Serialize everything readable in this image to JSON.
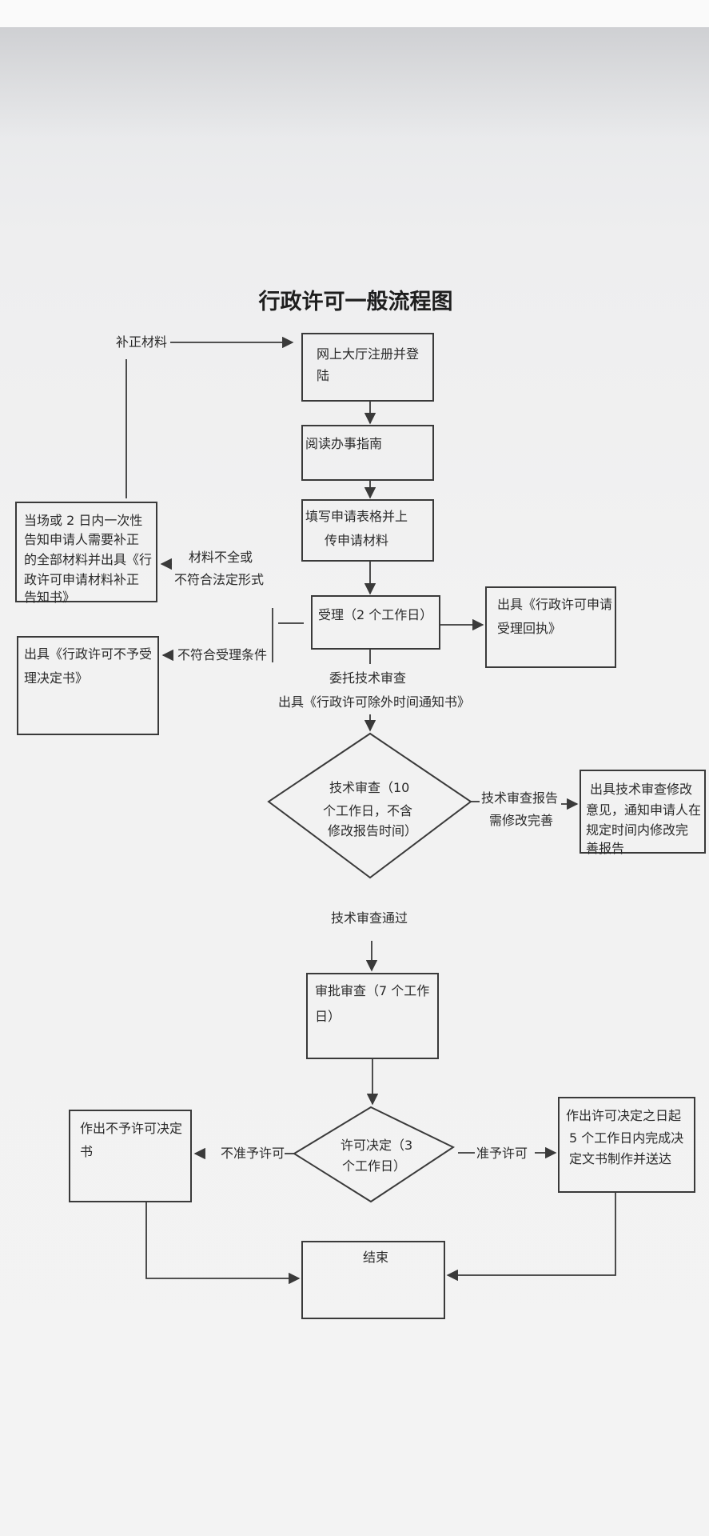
{
  "title": "行政许可一般流程图",
  "nodes": {
    "register": [
      "网上大厅注册并登",
      "陆"
    ],
    "guide": [
      "阅读办事指南"
    ],
    "fill_form": [
      "填写申请表格并上",
      "传申请材料"
    ],
    "accept": [
      "受理（2 个工作日）"
    ],
    "notice_correct": [
      "当场或 2 日内一次性",
      "告知申请人需要补正",
      "的全部材料并出具《行",
      "政许可申请材料补正",
      "告知书》"
    ],
    "not_accept": [
      "出具《行政许可不予受",
      "理决定书》"
    ],
    "receipt": [
      "出具《行政许可申请",
      "受理回执》"
    ],
    "tech_review": [
      "技术审查（10",
      "个工作日，不含",
      "修改报告时间）"
    ],
    "revise": [
      "出具技术审查修改",
      "意见，通知申请人在",
      "规定时间内修改完",
      "善报告"
    ],
    "approval": [
      "审批审查（7 个工作",
      "日）"
    ],
    "decision": [
      "许可决定（3",
      "个工作日）"
    ],
    "deny_doc": [
      "作出不予许可决定",
      "书"
    ],
    "grant_doc": [
      "作出许可决定之日起",
      "5 个工作日内完成决",
      "定文书制作并送达"
    ],
    "end": [
      "结束"
    ]
  },
  "edges": {
    "supplement": "补正材料",
    "incomplete": [
      "材料不全或",
      "不符合法定形式"
    ],
    "not_qualified": "不符合受理条件",
    "commission": [
      "委托技术审查",
      "出具《行政许可除外时间通知书》"
    ],
    "needs_revision": [
      "技术审查报告",
      "需修改完善"
    ],
    "tech_pass": "技术审查通过",
    "deny": "不准予许可",
    "grant": "准予许可"
  }
}
